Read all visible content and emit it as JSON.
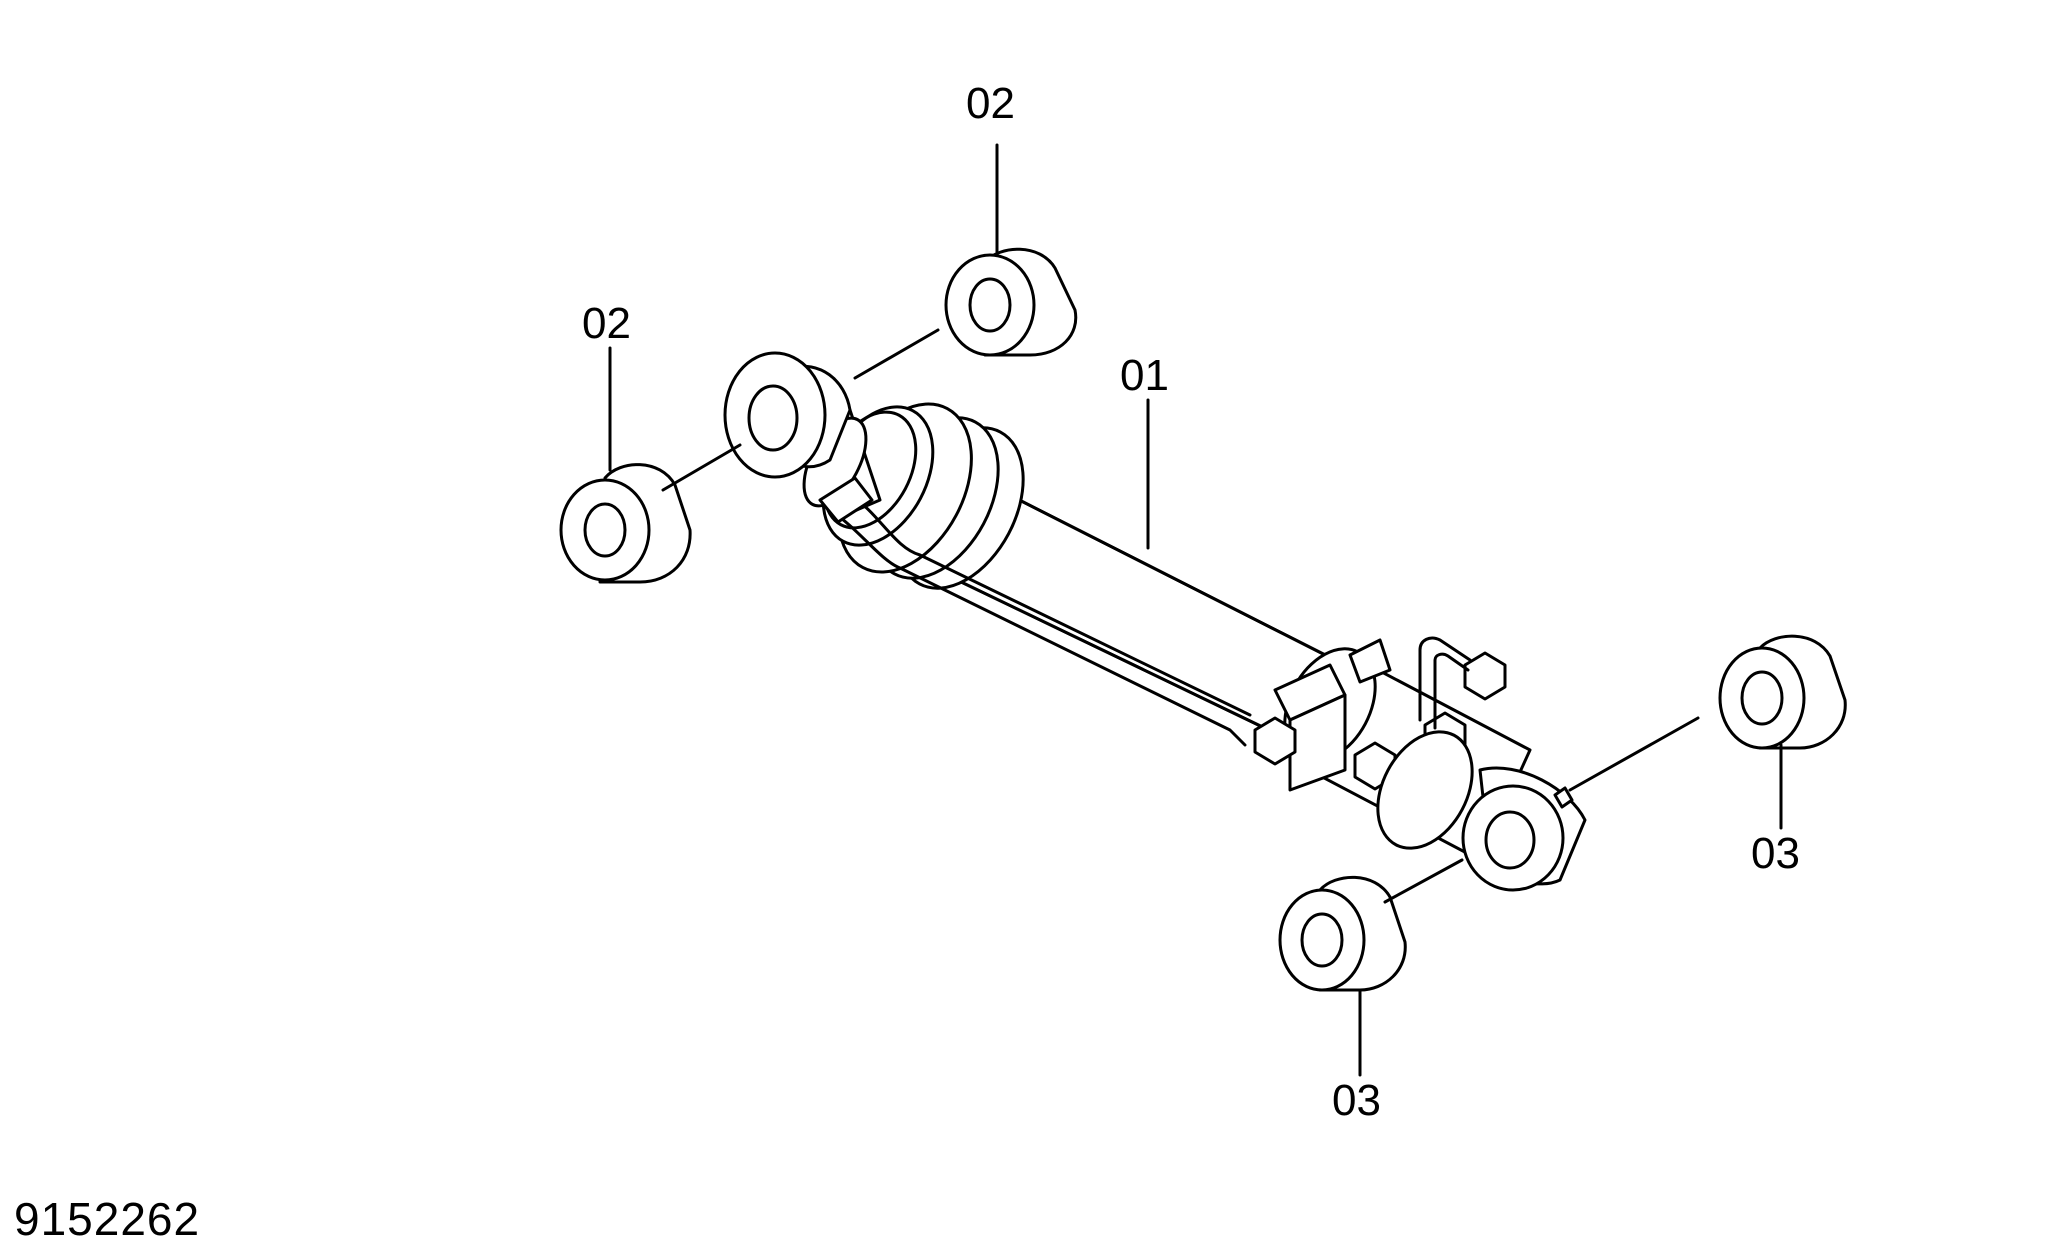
{
  "callouts": [
    {
      "id": "02a",
      "label": "02"
    },
    {
      "id": "02b",
      "label": "02"
    },
    {
      "id": "01",
      "label": "01"
    },
    {
      "id": "03a",
      "label": "03"
    },
    {
      "id": "03b",
      "label": "03"
    }
  ],
  "drawing_number": "9152262"
}
